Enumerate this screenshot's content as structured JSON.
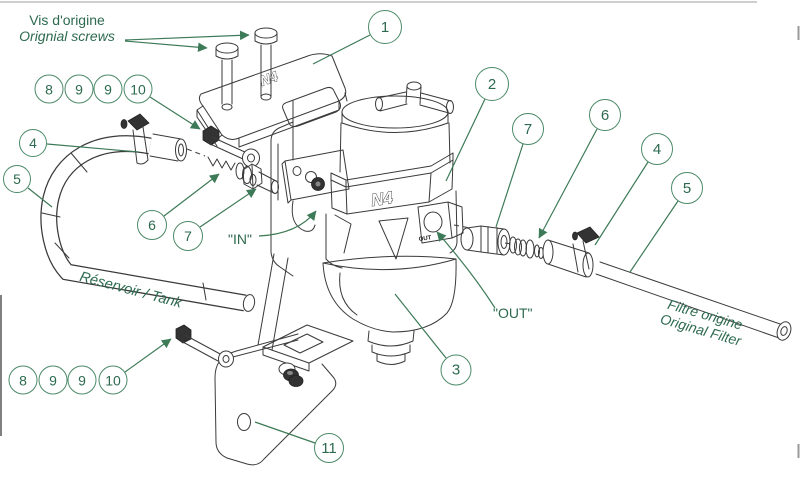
{
  "title_block": {
    "fr": "Vis d'origine",
    "en": "Orignial screws"
  },
  "labels": {
    "in": "\"IN\"",
    "out": "\"OUT\"",
    "tank": "Réservoir / Tank",
    "filter_fr": "Filtre origine",
    "filter_en": "Original Filter"
  },
  "drawing": {
    "logo_band": "N4",
    "logo_plate": "N4",
    "out_port_label": "OUT"
  },
  "callouts": {
    "c1": "1",
    "c2": "2",
    "c3": "3",
    "c4_left": "4",
    "c5_left": "5",
    "c6_left": "6",
    "c7_left": "7",
    "c8_top": "8",
    "c9_top_a": "9",
    "c9_top_b": "9",
    "c10_top": "10",
    "c8_bottom": "8",
    "c9_bottom_a": "9",
    "c9_bottom_b": "9",
    "c10_bottom": "10",
    "c4_right": "4",
    "c5_right": "5",
    "c6_right": "6",
    "c7_right": "7",
    "c11": "11"
  },
  "colors": {
    "callout_green": "#4c8a68",
    "leader_green": "#3d7a57",
    "text_green": "#2d6a4f",
    "line_dark": "#3a3a3a"
  }
}
